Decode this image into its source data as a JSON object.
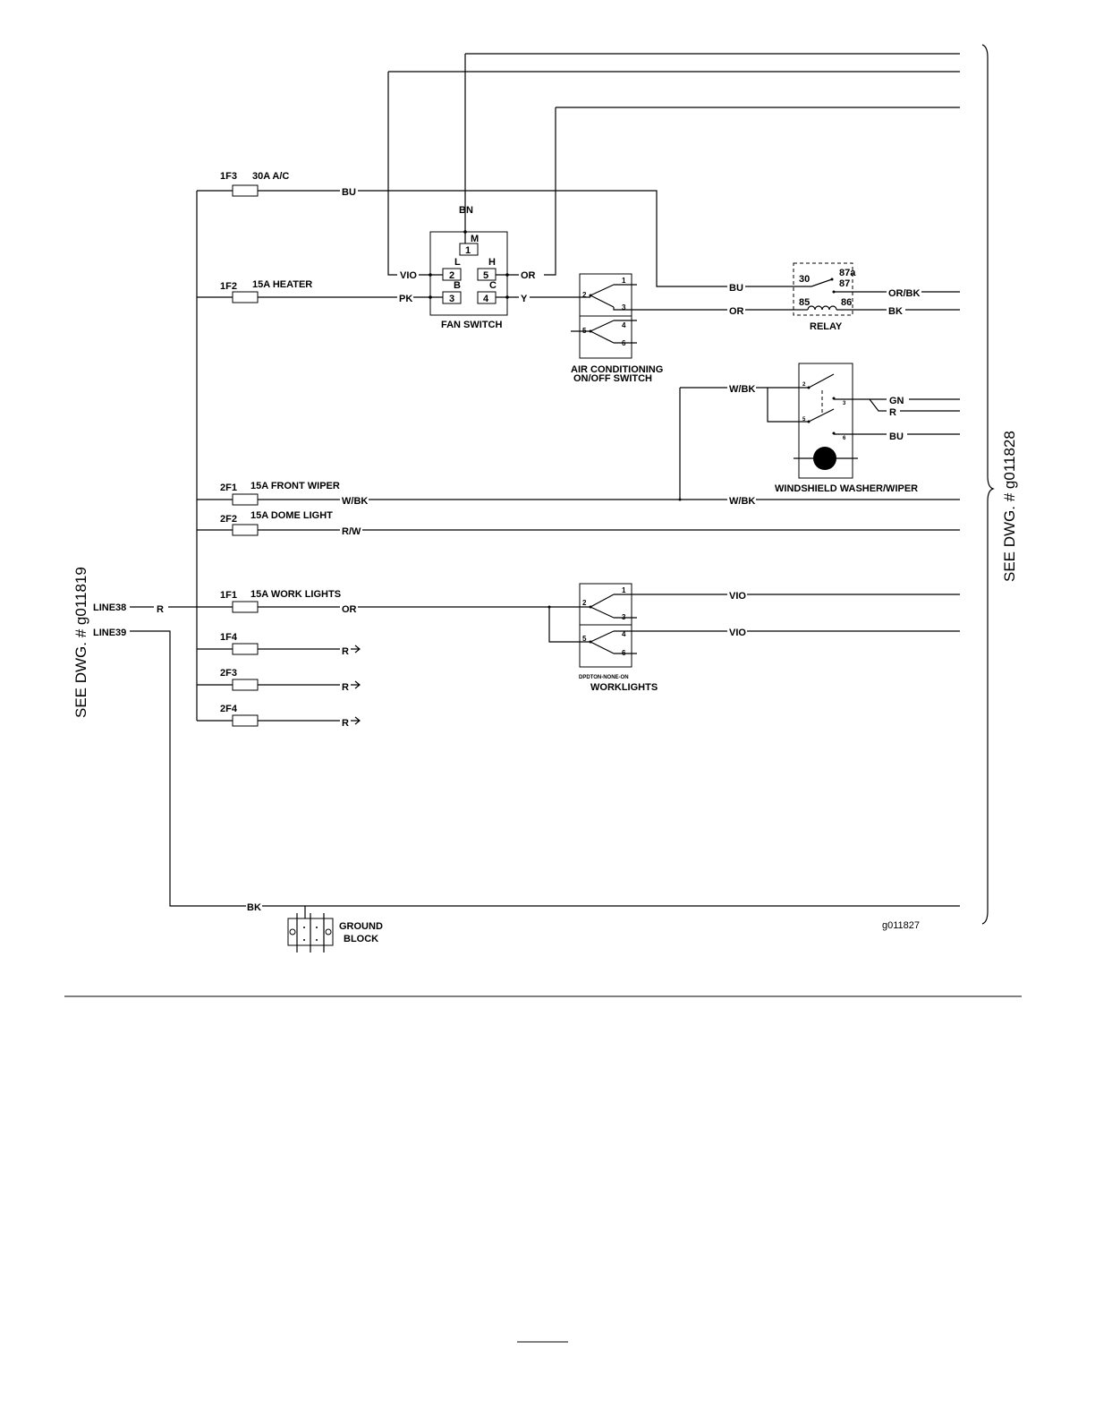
{
  "references": {
    "left": "SEE DWG. # g011819",
    "right": "SEE DWG. # g011828"
  },
  "drawing_id": "g011827",
  "inputs": {
    "line38": "LINE38",
    "line39": "LINE39",
    "line38_wire": "R",
    "line39_wire": "BK"
  },
  "fuses": [
    {
      "id": "1F3",
      "rating": "30A A/C",
      "wire": "BU"
    },
    {
      "id": "1F2",
      "rating": "15A HEATER",
      "wire": "PK"
    },
    {
      "id": "2F1",
      "rating": "15A FRONT WIPER",
      "wire": "W/BK"
    },
    {
      "id": "2F2",
      "rating": "15A DOME LIGHT",
      "wire": "R/W"
    },
    {
      "id": "1F1",
      "rating": "15A WORK LIGHTS",
      "wire": "OR"
    },
    {
      "id": "1F4",
      "rating": "",
      "wire": "R"
    },
    {
      "id": "2F3",
      "rating": "",
      "wire": "R"
    },
    {
      "id": "2F4",
      "rating": "",
      "wire": "R"
    }
  ],
  "fan_switch": {
    "label": "FAN  SWITCH",
    "top_wire": "BN",
    "terminals": [
      {
        "letter": "M",
        "num": "1"
      },
      {
        "letter": "L",
        "num": "2"
      },
      {
        "letter": "H",
        "num": "5"
      },
      {
        "letter": "B",
        "num": "3"
      },
      {
        "letter": "C",
        "num": "4"
      }
    ],
    "wire_vio": "VIO",
    "wire_or": "OR",
    "wire_y": "Y"
  },
  "ac_switch": {
    "label_line1": "AIR  CONDITIONING",
    "label_line2": "ON/OFF SWITCH",
    "pins": [
      "1",
      "2",
      "3",
      "4",
      "5",
      "6"
    ]
  },
  "relay": {
    "label": "RELAY",
    "pins": [
      "30",
      "87a",
      "87",
      "85",
      "86"
    ],
    "wire_in_bu": "BU",
    "wire_in_or": "OR",
    "wire_out_orbk": "OR/BK",
    "wire_out_bk": "BK"
  },
  "washer_switch": {
    "label": "WINDSHIELD  WASHER/WIPER",
    "pins": [
      "2",
      "3",
      "5",
      "6"
    ],
    "wire_in": "W/BK",
    "wire_gn": "GN",
    "wire_r": "R",
    "wire_bu": "BU",
    "wire_through": "W/BK"
  },
  "worklight_switch": {
    "type_label": "DPDTON-NONE-ON",
    "label": "WORKLIGHTS",
    "pins": [
      "1",
      "2",
      "3",
      "4",
      "5",
      "6"
    ],
    "wire_vio_1": "VIO",
    "wire_vio_2": "VIO"
  },
  "ground_block": {
    "line1": "GROUND",
    "line2": "BLOCK"
  }
}
